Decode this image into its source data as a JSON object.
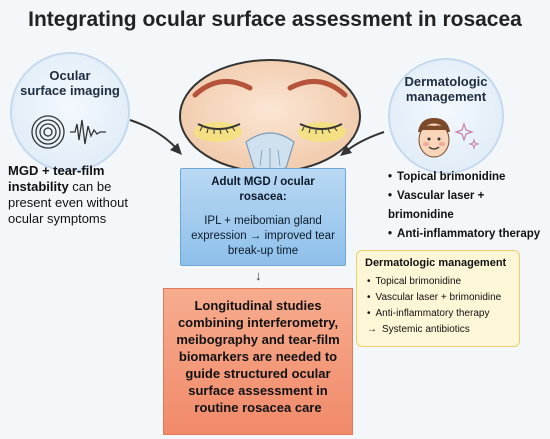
{
  "title": "Integrating ocular surface assessment in rosacea",
  "imaging": {
    "title_line1": "Ocular",
    "title_line2": "surface imaging",
    "icon": "tear-film-waveform-icon"
  },
  "left_note": {
    "bold": "MGD + tear-film",
    "bold2": "instability",
    "line2_rest": " can be",
    "line3": "present even without",
    "line4": "ocular symptoms"
  },
  "derm_circle": {
    "title_line1": "Dermatologic",
    "title_line2": "management",
    "icon": "patient-face-icon"
  },
  "right_list": [
    "Topical brimonidine",
    "Vascular laser + brimonidine",
    "Anti-inflammatory therapy"
  ],
  "blue_box": {
    "title_line1": "Adult MGD / ocular",
    "title_line2": "rosacea:",
    "body_line1": "IPL + meibomian gland",
    "body_line2": "expression → improved tear",
    "body_line3": "break-up time"
  },
  "down_arrow": "↓",
  "red_box": {
    "text": "Longitudinal studies combining interferometry, meibography and tear-film biomarkers are needed to guide structured ocular surface assessment in routine rosacea care"
  },
  "yellow_box": {
    "title": "Dermatologic management",
    "items": [
      "Topical brimonidine",
      "Vascular laser + brimonidine",
      "Anti-inflammatory therapy"
    ],
    "last_item": "Systemic antibiotics"
  },
  "colors": {
    "blue_box": "#8ec0ea",
    "red_box": "#f08a6a",
    "yellow_box": "#fdf7d8",
    "circle": "#dbe9f6"
  }
}
